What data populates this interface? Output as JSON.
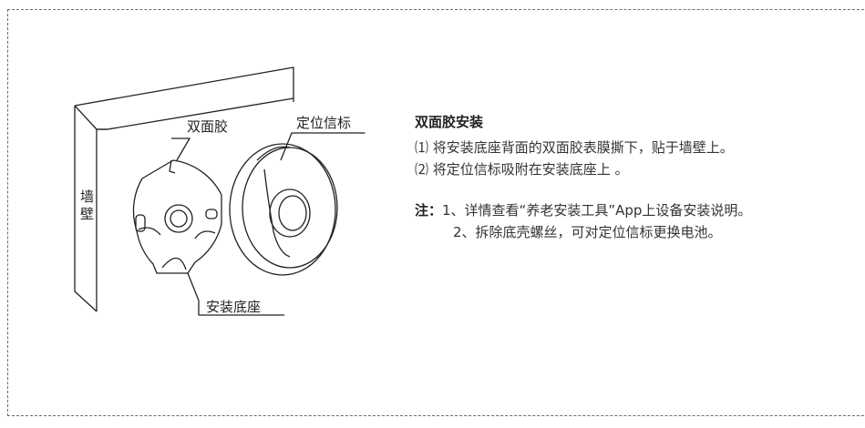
{
  "labels": {
    "wall": "墙壁",
    "double_tape": "双面胶",
    "beacon": "定位信标",
    "base": "安装底座"
  },
  "instructions": {
    "title": "双面胶安装",
    "steps": [
      "⑴ 将安装底座背面的双面胶表膜撕下，贴于墙壁上。",
      "⑵ 将定位信标吸附在安装底座上 。"
    ],
    "note_label": "注：",
    "notes": [
      "1、详情查看“养老安装工具”App上设备安装说明。",
      "2、拆除底壳螺丝，可对定位信标更换电池。"
    ]
  }
}
